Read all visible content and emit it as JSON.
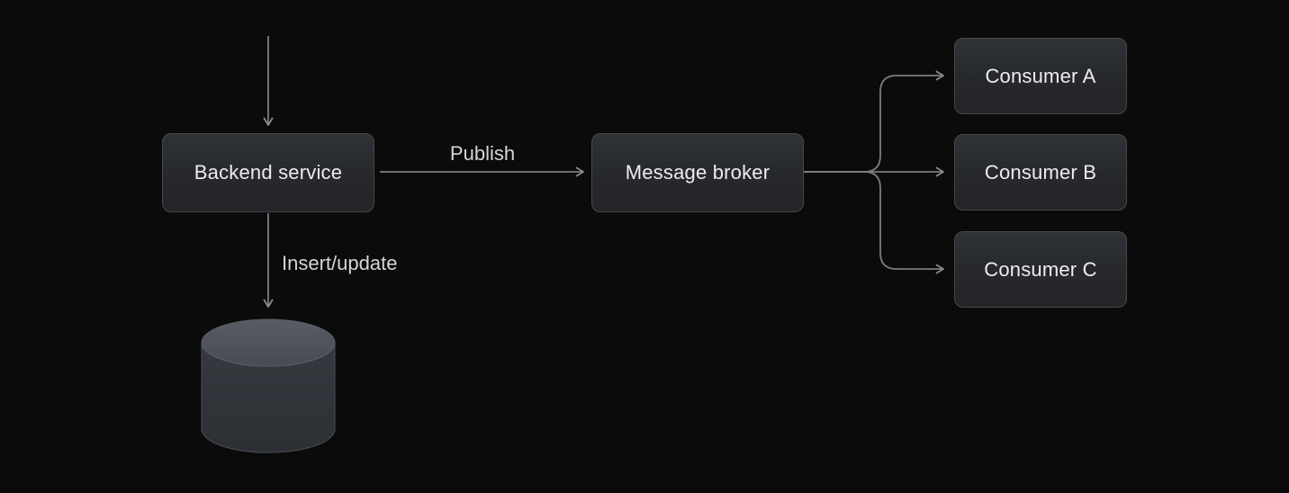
{
  "diagram": {
    "nodes": [
      {
        "id": "backend-service",
        "label": "Backend service"
      },
      {
        "id": "message-broker",
        "label": "Message broker"
      },
      {
        "id": "consumer-a",
        "label": "Consumer A"
      },
      {
        "id": "consumer-b",
        "label": "Consumer B"
      },
      {
        "id": "consumer-c",
        "label": "Consumer C"
      }
    ],
    "edges": [
      {
        "from": "external",
        "to": "backend-service",
        "label": ""
      },
      {
        "from": "backend-service",
        "to": "message-broker",
        "label": "Publish"
      },
      {
        "from": "backend-service",
        "to": "database",
        "label": "Insert/update"
      },
      {
        "from": "message-broker",
        "to": "consumer-a",
        "label": ""
      },
      {
        "from": "message-broker",
        "to": "consumer-b",
        "label": ""
      },
      {
        "from": "message-broker",
        "to": "consumer-c",
        "label": ""
      }
    ],
    "database": {
      "shape": "cylinder"
    },
    "colors": {
      "background": "#0b0b0c",
      "node_fill_top": "#2f3237",
      "node_fill_bottom": "#232528",
      "node_border": "#46484c",
      "node_text": "#ecedee",
      "edge_line": "#7b7d81",
      "edge_label_text": "#d3d5d7",
      "cylinder_top": "#51555d",
      "cylinder_body": "#33363b"
    }
  }
}
